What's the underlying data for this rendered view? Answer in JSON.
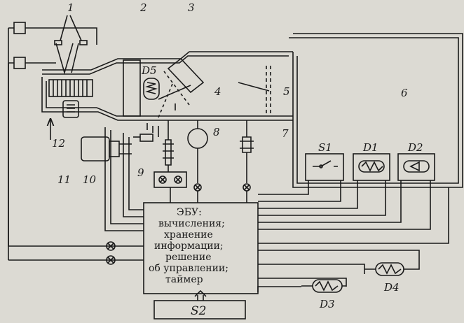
{
  "labels": {
    "n1": "1",
    "n2": "2",
    "n3": "3",
    "n4": "4",
    "n5": "5",
    "n6": "6",
    "n7": "7",
    "n8": "8",
    "n9": "9",
    "n10": "10",
    "n11": "11",
    "n12": "12",
    "D1": "D1",
    "D2": "D2",
    "D3": "D3",
    "D4": "D4",
    "D5": "D5",
    "S1": "S1",
    "S2": "S2"
  },
  "ecu": {
    "line1": "ЭБУ:",
    "line2": "вычисления;",
    "line3": "хранение",
    "line4": "информации;",
    "line5": "решение",
    "line6": "об управлении;",
    "line7": "таймер"
  },
  "colors": {
    "ink": "#1a1a1a",
    "paper": "#dcdad3"
  }
}
